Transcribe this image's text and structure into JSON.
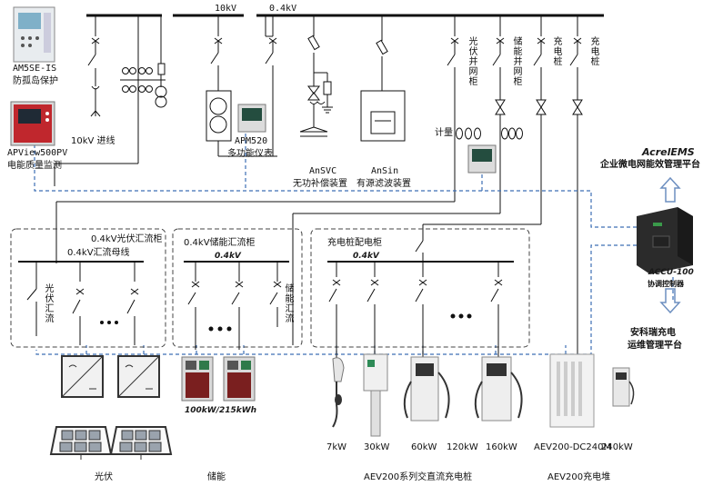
{
  "colors": {
    "bus": "#111111",
    "dashed_blue": "#3d6fb4",
    "arrow_blue": "#6d8fc0",
    "device_red": "#c0272d",
    "box_dash": "#444444"
  },
  "bus": {
    "hv_label": "10kV",
    "lv_label": "0.4kV"
  },
  "devices_left": {
    "relay_label_line1": "AM5SE-IS",
    "relay_label_line2": "防孤岛保护",
    "pq_label_line1": "APView500PV",
    "pq_label_line2": "电能质量监测"
  },
  "main": {
    "incoming_label": "10kV 进线",
    "meter_label_line1": "APM520",
    "meter_label_line2": "多功能仪表",
    "svc_label_line1": "AnSVC",
    "svc_label_line2": "无功补偿装置",
    "sin_label_line1": "AnSin",
    "sin_label_line2": "有源滤波装置",
    "metering_label": "计量",
    "feeders": [
      "光伏并网柜",
      "储能并网柜",
      "充电桩",
      "充电桩"
    ]
  },
  "platform": {
    "ems_title": "AcrelEMS",
    "ems_subtitle": "企业微电网能效管理平台",
    "controller_name": "ACCU-100",
    "controller_desc": "协调控制器",
    "charge_platform_line1": "安科瑞充电",
    "charge_platform_line2": "运维管理平台"
  },
  "pv_panel": {
    "title": "0.4kV光伏汇流柜",
    "bus_label": "0.4kV汇流母线",
    "feeder": "光伏汇流",
    "ellipsis": "• • •"
  },
  "storage_panel": {
    "title": "0.4kV储能汇流柜",
    "bus_label": "0.4kV",
    "feeder": "储能汇流",
    "ellipsis": "• • •"
  },
  "charging_panel": {
    "title": "充电桩配电柜",
    "bus_label": "0.4kV",
    "ellipsis": "• • •"
  },
  "bottom": {
    "storage_spec": "100kW/215kWh",
    "pv_caption": "光伏",
    "storage_caption": "储能",
    "charger_caption": "AEV200系列交直流充电桩",
    "stack_caption": "AEV200充电堆",
    "powers": [
      "7kW",
      "30kW",
      "60kW",
      "120kW",
      "160kW",
      "AEV200-DC240M",
      "240kW"
    ]
  }
}
